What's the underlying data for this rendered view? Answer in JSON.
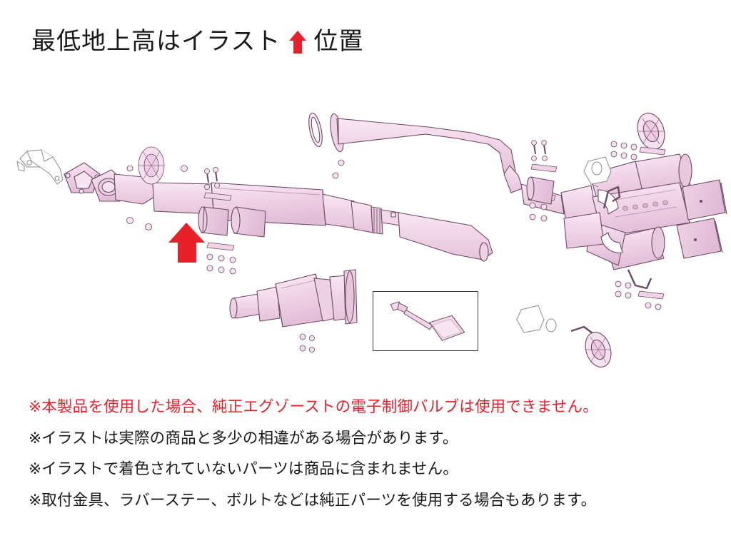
{
  "header": {
    "title_before_arrow": "最低地上高はイラスト",
    "arrow_icon": "up-arrow-red",
    "title_after_arrow": "位置"
  },
  "illustration": {
    "alt": "エキゾーストシステム分解図",
    "marker_icon": "up-arrow-red",
    "marker_meaning": "最低地上高位置",
    "colors": {
      "part_fill": "#f1d5e7",
      "part_fill_light": "#f7e6f1",
      "part_fill_dark": "#e3bfd9",
      "outline": "#6b4a63",
      "stock_outline": "#8c8c8c",
      "arrow_red": "#e8202a",
      "background": "#ffffff"
    },
    "parts": [
      {
        "name": "純正触媒ブラケット",
        "colored": false
      },
      {
        "name": "フロントパイプ / 触媒",
        "colored": true
      },
      {
        "name": "センターパイプ",
        "colored": true
      },
      {
        "name": "センターマフラー",
        "colored": true
      },
      {
        "name": "リアマフラー",
        "colored": true
      },
      {
        "name": "テールエンド (デュアル)",
        "colored": true
      },
      {
        "name": "ガスケット",
        "colored": true
      },
      {
        "name": "バンドクランプ",
        "colored": true
      },
      {
        "name": "ボルト・ナット・ワッシャー",
        "colored": true
      },
      {
        "name": "ラバーステー",
        "colored": false
      },
      {
        "name": "マフラーハンガー",
        "colored": false
      }
    ]
  },
  "inset": {
    "label": "detail-part",
    "alt": "電子制御バルブ / センサー部品"
  },
  "notes": [
    {
      "text": "※本製品を使用した場合、純正エグゾーストの電子制御バルブは使用できません。",
      "warning": true
    },
    {
      "text": "※イラストは実際の商品と多少の相違がある場合があります。",
      "warning": false
    },
    {
      "text": "※イラストで着色されていないパーツは商品に含まれません。",
      "warning": false
    },
    {
      "text": "※取付金具、ラバーステー、ボルトなどは純正パーツを使用する場合もあります。",
      "warning": false
    }
  ]
}
